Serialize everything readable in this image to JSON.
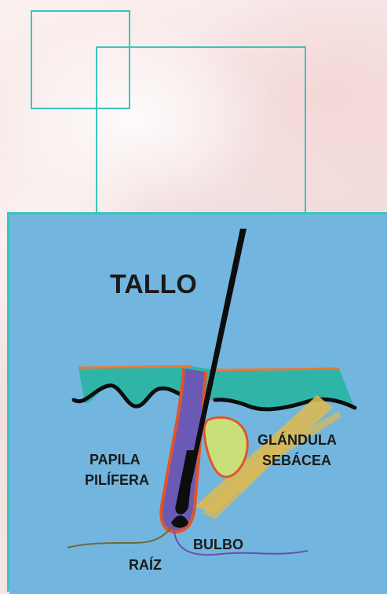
{
  "colors": {
    "frame": "#3cc3bd",
    "panel_bg": "#72b6e0",
    "epidermis": "#2fb5a8",
    "skin_line": "#e87a3a",
    "gland": "#c8df7a",
    "muscle": "#d9b955",
    "hair": "#0d0d0d",
    "papilla": "#6a5ab6",
    "follicle": "#e0552b",
    "nerve": "#6a4fa8",
    "root": "#6e6a3a"
  },
  "labels": {
    "tallo": "TALLO",
    "glandula_line1": "GLÁNDULA",
    "glandula_line2": "SEBÁCEA",
    "papila_line1": "PAPILA",
    "papila_line2": "PILÍFERA",
    "bulbo": "BULBO",
    "raiz": "RAÍZ"
  }
}
